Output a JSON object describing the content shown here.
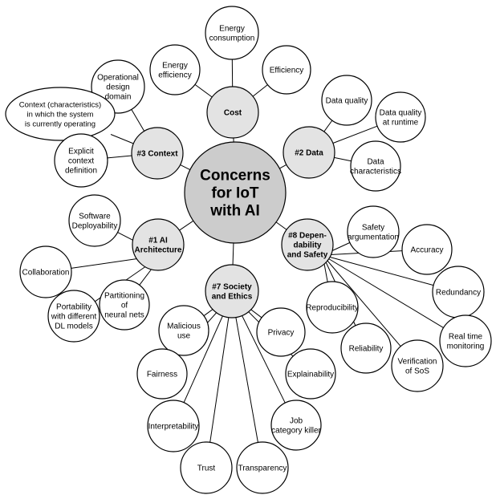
{
  "center": {
    "id": "center",
    "lines": [
      "Concerns",
      "for IoT",
      "with AI"
    ]
  },
  "nodes": [
    {
      "id": "cost",
      "category": true,
      "lines": [
        "Cost"
      ],
      "parent": "center"
    },
    {
      "id": "data",
      "category": true,
      "lines": [
        "#2 Data"
      ],
      "parent": "center"
    },
    {
      "id": "context",
      "category": true,
      "lines": [
        "#3 Context"
      ],
      "parent": "center"
    },
    {
      "id": "ai-architecture",
      "category": true,
      "lines": [
        "#1 AI",
        "Architecture"
      ],
      "parent": "center"
    },
    {
      "id": "society-ethics",
      "category": true,
      "lines": [
        "#7 Society",
        "and Ethics"
      ],
      "parent": "center"
    },
    {
      "id": "dependability-safety",
      "category": true,
      "lines": [
        "#8 Depen-",
        "dability",
        "and Safety"
      ],
      "parent": "center"
    },
    {
      "id": "energy-consumption",
      "lines": [
        "Energy",
        "consumption"
      ],
      "parent": "cost"
    },
    {
      "id": "energy-efficiency",
      "lines": [
        "Energy",
        "efficiency"
      ],
      "parent": "cost"
    },
    {
      "id": "efficiency",
      "lines": [
        "Efficiency"
      ],
      "parent": "cost"
    },
    {
      "id": "data-quality",
      "lines": [
        "Data quality"
      ],
      "parent": "data"
    },
    {
      "id": "data-quality-runtime",
      "lines": [
        "Data quality",
        "at runtime"
      ],
      "parent": "data"
    },
    {
      "id": "data-characteristics",
      "lines": [
        "Data",
        "characteristics"
      ],
      "parent": "data"
    },
    {
      "id": "operational-design-domain",
      "lines": [
        "Operational",
        "design",
        "domain"
      ],
      "parent": "context"
    },
    {
      "id": "context-characteristics",
      "lines": [
        "Context (characteristics)",
        "in which the system",
        "is currently operating"
      ],
      "parent": "context"
    },
    {
      "id": "explicit-context-definition",
      "lines": [
        "Explicit",
        "context",
        "definition"
      ],
      "parent": "context"
    },
    {
      "id": "software-deployability",
      "lines": [
        "Software",
        "Deployability"
      ],
      "parent": "ai-architecture"
    },
    {
      "id": "collaboration",
      "lines": [
        "Collaboration"
      ],
      "parent": "ai-architecture"
    },
    {
      "id": "partitioning-neural-nets",
      "lines": [
        "Partitioning",
        "of",
        "neural nets"
      ],
      "parent": "ai-architecture"
    },
    {
      "id": "portability-dl-models",
      "lines": [
        "Portability",
        "with different",
        "DL models"
      ],
      "parent": "ai-architecture"
    },
    {
      "id": "malicious-use",
      "lines": [
        "Malicious",
        "use"
      ],
      "parent": "society-ethics"
    },
    {
      "id": "privacy",
      "lines": [
        "Privacy"
      ],
      "parent": "society-ethics"
    },
    {
      "id": "fairness",
      "lines": [
        "Fairness"
      ],
      "parent": "society-ethics"
    },
    {
      "id": "explainability",
      "lines": [
        "Explainability"
      ],
      "parent": "society-ethics"
    },
    {
      "id": "interpretability",
      "lines": [
        "Interpretability"
      ],
      "parent": "society-ethics"
    },
    {
      "id": "job-category-killer",
      "lines": [
        "Job",
        "category killer"
      ],
      "parent": "society-ethics"
    },
    {
      "id": "trust",
      "lines": [
        "Trust"
      ],
      "parent": "society-ethics"
    },
    {
      "id": "transparency",
      "lines": [
        "Transparency"
      ],
      "parent": "society-ethics"
    },
    {
      "id": "safety-argumentation",
      "lines": [
        "Safety",
        "argumentation"
      ],
      "parent": "dependability-safety"
    },
    {
      "id": "accuracy",
      "lines": [
        "Accuracy"
      ],
      "parent": "dependability-safety"
    },
    {
      "id": "reproducibility",
      "lines": [
        "Reproducibility"
      ],
      "parent": "dependability-safety"
    },
    {
      "id": "redundancy",
      "lines": [
        "Redundancy"
      ],
      "parent": "dependability-safety"
    },
    {
      "id": "reliability",
      "lines": [
        "Reliability"
      ],
      "parent": "dependability-safety"
    },
    {
      "id": "verification-sos",
      "lines": [
        "Verification",
        "of SoS"
      ],
      "parent": "dependability-safety"
    },
    {
      "id": "real-time-monitoring",
      "lines": [
        "Real time",
        "monitoring"
      ],
      "parent": "dependability-safety"
    }
  ],
  "colors": {
    "center_fill": "#cccccc",
    "category_fill": "#e3e3e3",
    "leaf_fill": "#ffffff",
    "line": "#000000"
  }
}
